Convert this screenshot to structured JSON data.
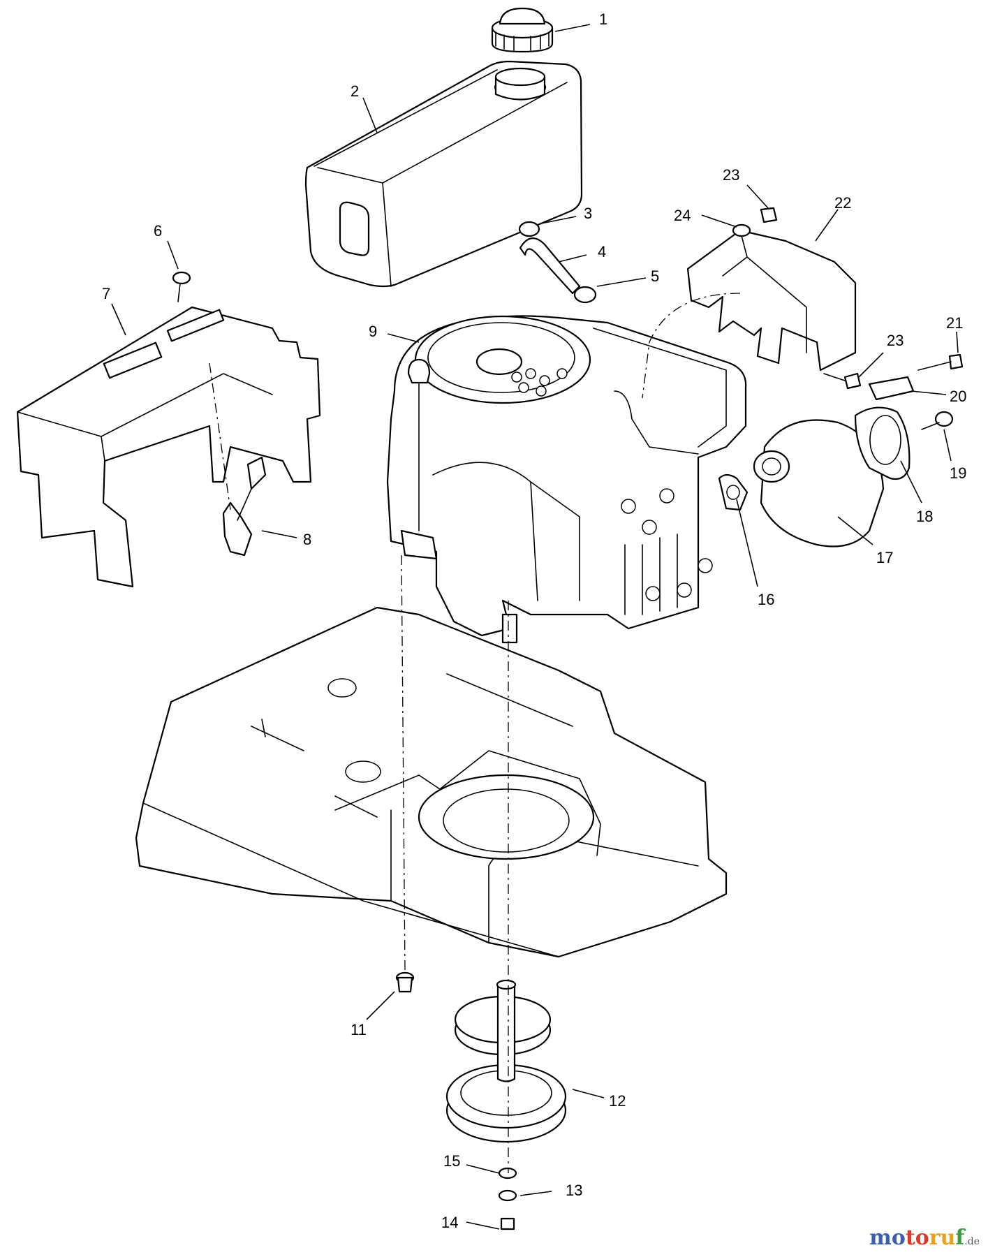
{
  "callouts": [
    {
      "id": "1",
      "label": "1"
    },
    {
      "id": "2",
      "label": "2"
    },
    {
      "id": "3",
      "label": "3"
    },
    {
      "id": "4",
      "label": "4"
    },
    {
      "id": "5",
      "label": "5"
    },
    {
      "id": "6",
      "label": "6"
    },
    {
      "id": "7",
      "label": "7"
    },
    {
      "id": "8",
      "label": "8"
    },
    {
      "id": "9",
      "label": "9"
    },
    {
      "id": "11",
      "label": "11"
    },
    {
      "id": "12",
      "label": "12"
    },
    {
      "id": "13",
      "label": "13"
    },
    {
      "id": "14",
      "label": "14"
    },
    {
      "id": "15",
      "label": "15"
    },
    {
      "id": "16",
      "label": "16"
    },
    {
      "id": "17",
      "label": "17"
    },
    {
      "id": "18",
      "label": "18"
    },
    {
      "id": "19",
      "label": "19"
    },
    {
      "id": "20",
      "label": "20"
    },
    {
      "id": "21",
      "label": "21"
    },
    {
      "id": "22",
      "label": "22"
    },
    {
      "id": "23a",
      "label": "23"
    },
    {
      "id": "23b",
      "label": "23"
    },
    {
      "id": "24",
      "label": "24"
    }
  ],
  "watermark": {
    "part1": "mo",
    "part2": "to",
    "part3": "ru",
    "part4": "f",
    "suffix": ".de"
  },
  "colors": {
    "line": "#000000",
    "background": "#ffffff"
  }
}
